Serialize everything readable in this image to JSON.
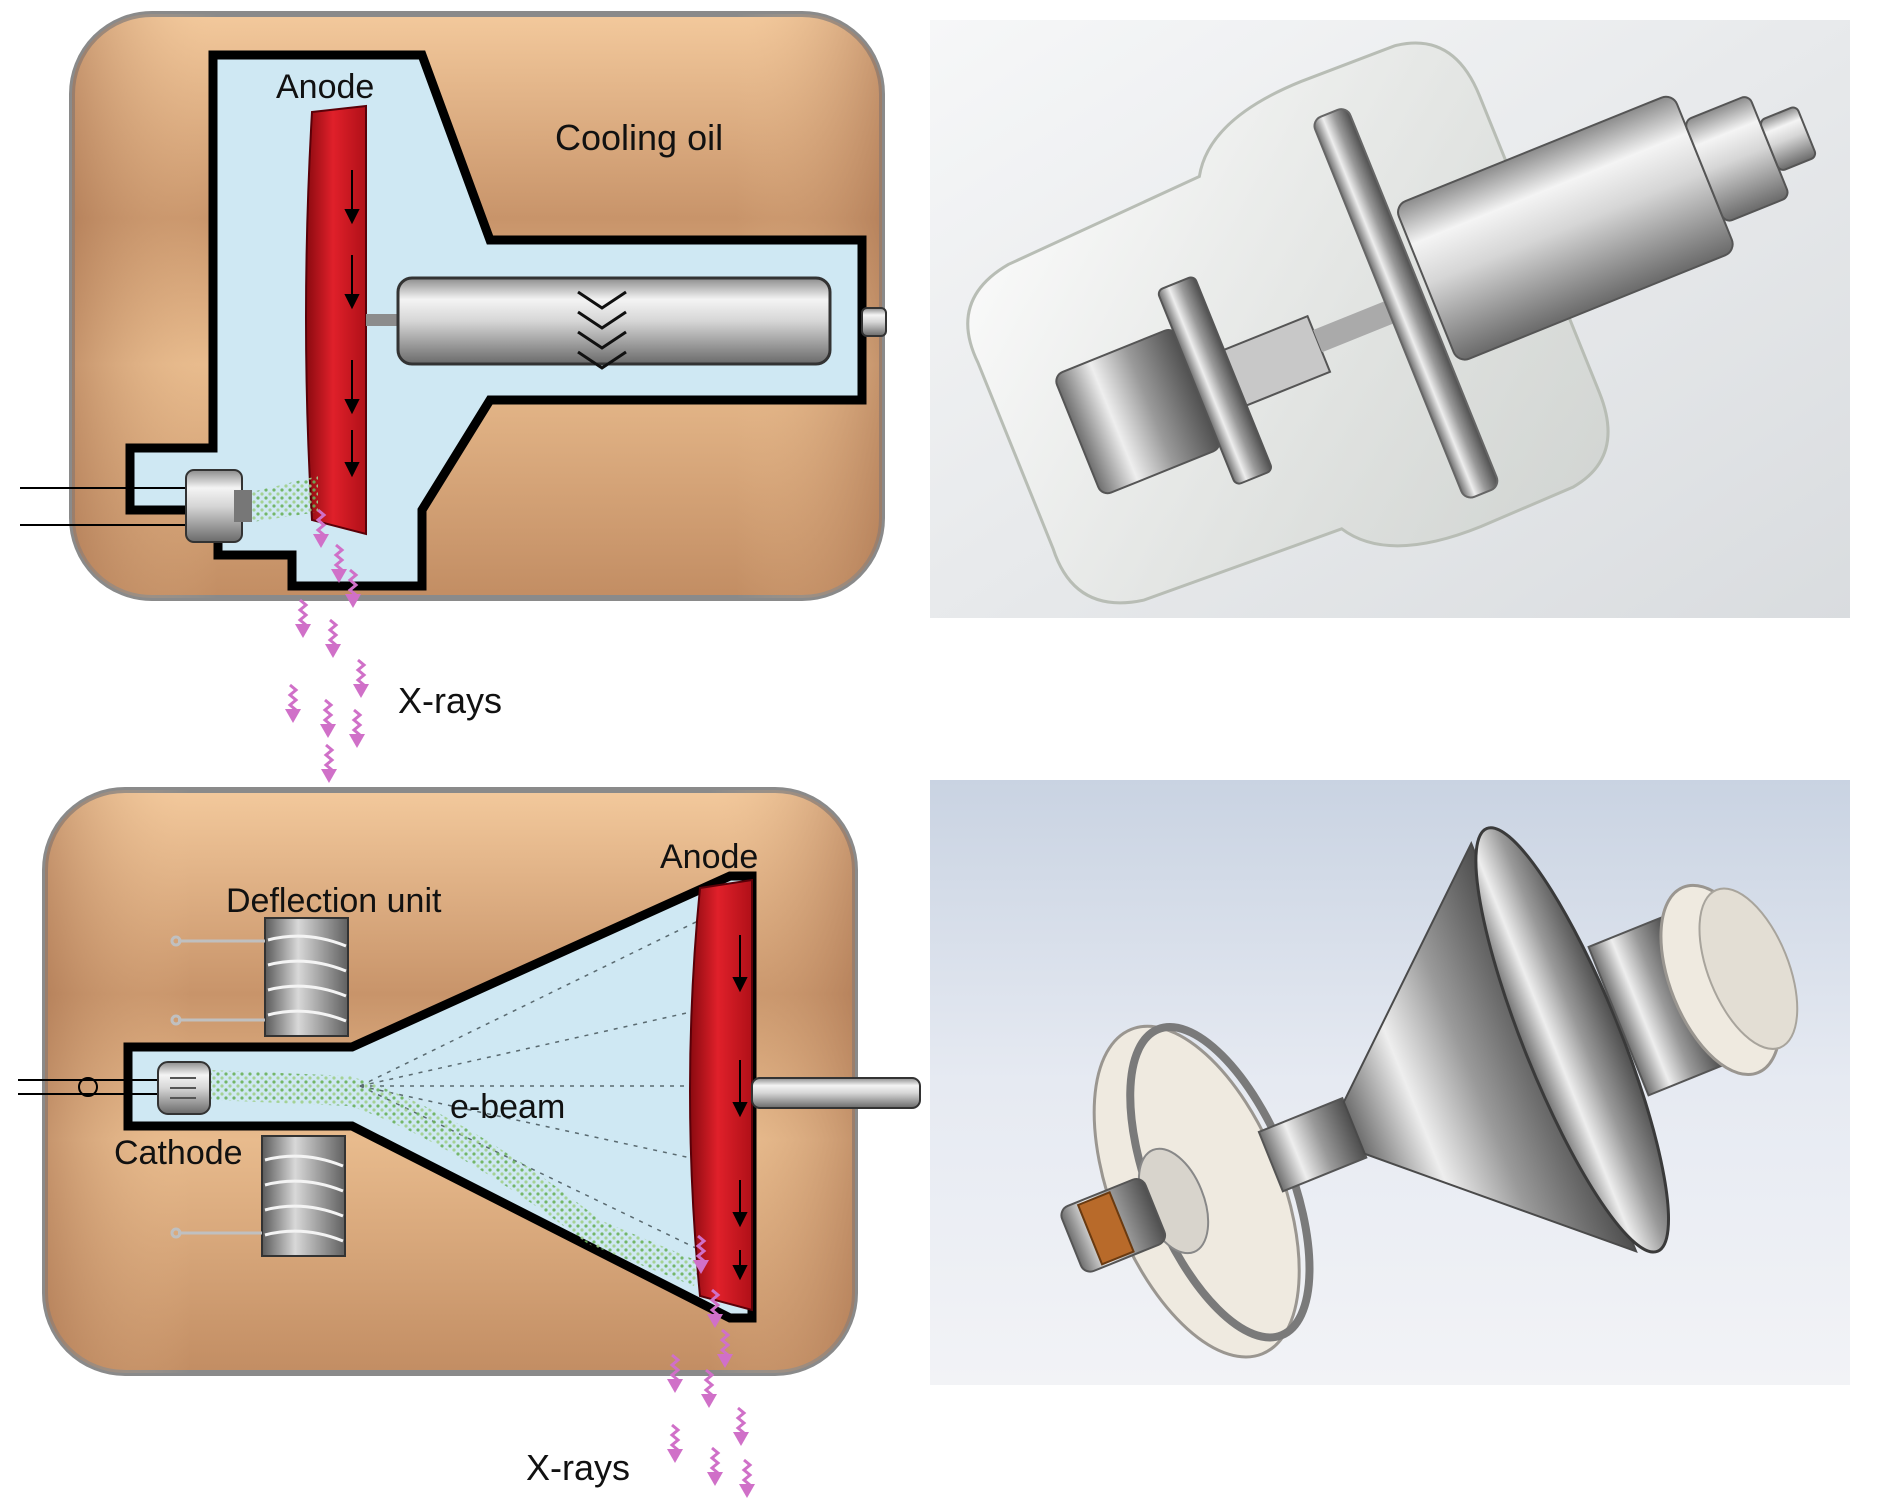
{
  "labels": {
    "anode_top": "Anode",
    "cooling_oil": "Cooling oil",
    "xrays_top": "X-rays",
    "anode_bottom": "Anode",
    "deflection_unit": "Deflection unit",
    "e_beam": "e-beam",
    "cathode": "Cathode",
    "xrays_bottom": "X-rays"
  },
  "colors": {
    "oil": "#d8a878",
    "vacuum": "#cfe8f3",
    "anode": "#d81820",
    "xray": "#d070c8",
    "electron": "#7fc070"
  }
}
